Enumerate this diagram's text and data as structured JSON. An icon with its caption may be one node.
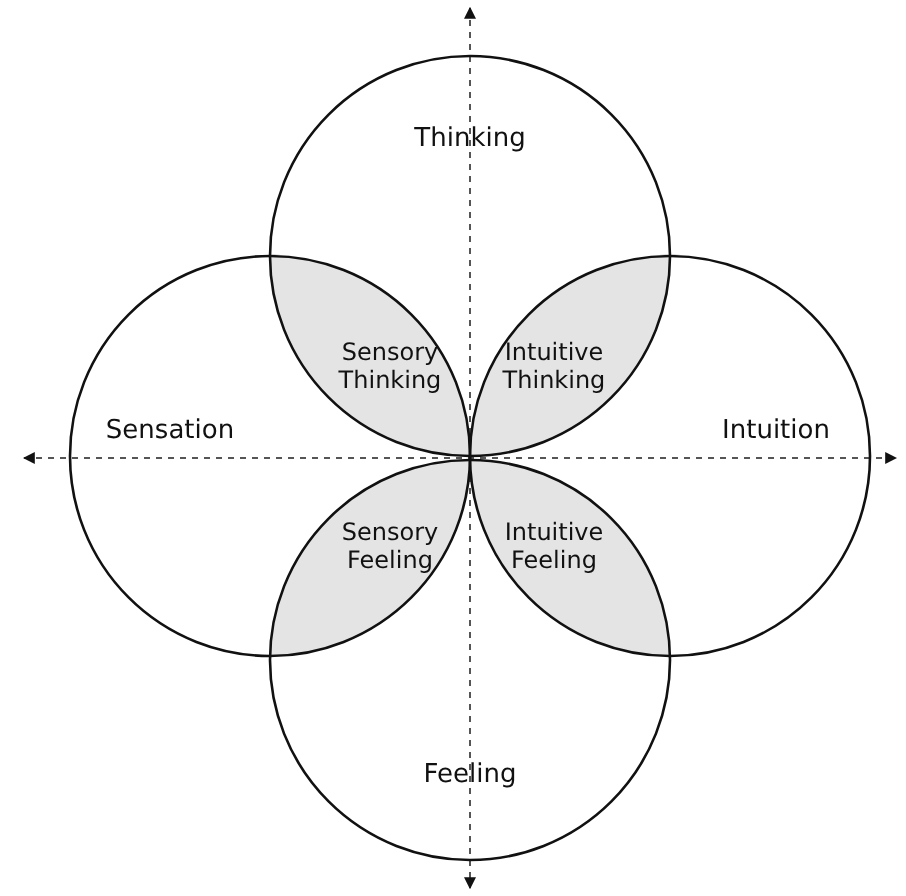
{
  "diagram": {
    "nodes": [
      {
        "text": [
          "Thinking"
        ]
      },
      {
        "text": [
          "Sensation"
        ]
      },
      {
        "text": [
          "Intuition"
        ]
      },
      {
        "text": [
          "Feeling"
        ]
      },
      {
        "text": [
          "Sensory Thinking"
        ]
      },
      {
        "text": [
          "Intuitive Thinking"
        ]
      },
      {
        "text": [
          "Sensory Feeling"
        ]
      },
      {
        "text": [
          "Intuitive Feeling"
        ]
      }
    ],
    "edges": []
  }
}
